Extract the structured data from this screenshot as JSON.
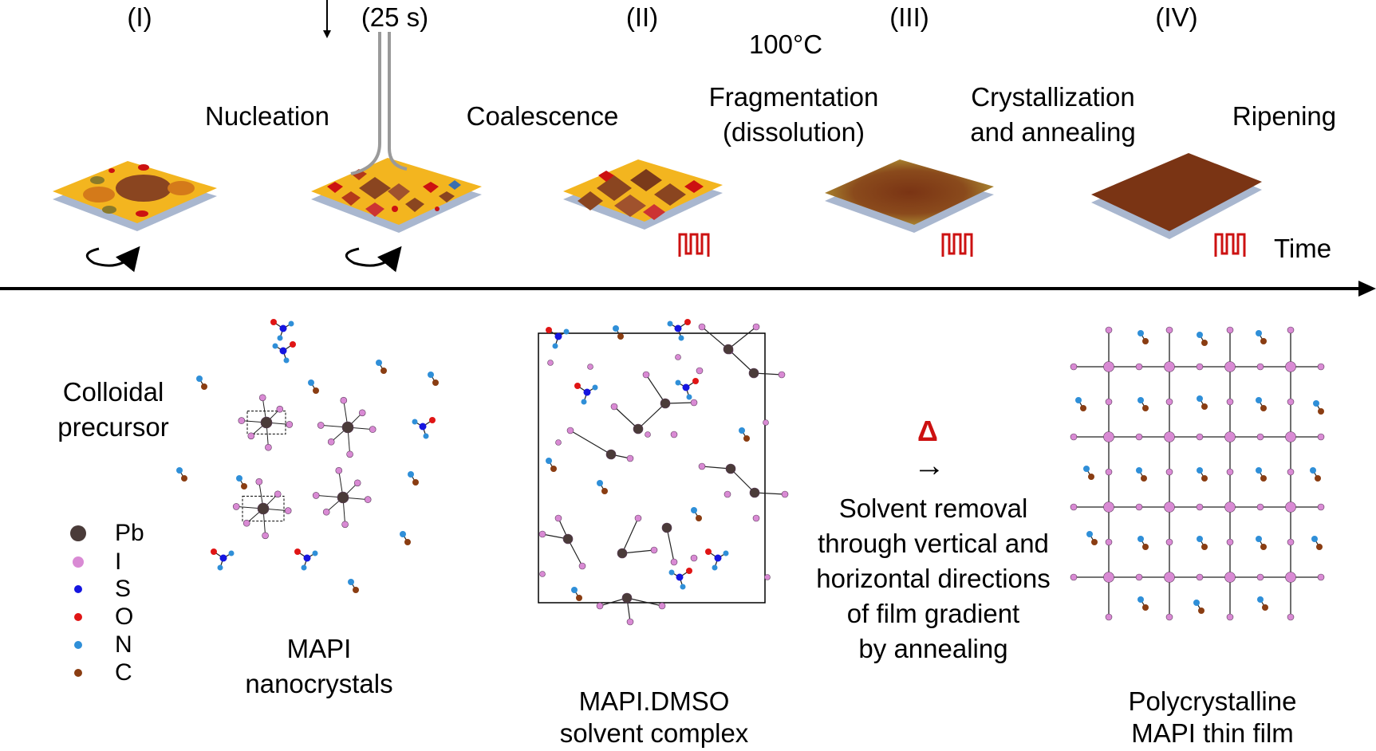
{
  "stages": {
    "s1": "(I)",
    "time_25": "(25 s)",
    "s2": "(II)",
    "temp": "100°C",
    "s3": "(III)",
    "s4": "(IV)"
  },
  "steps": {
    "nucleation": "Nucleation",
    "coalescence": "Coalescence",
    "fragmentation_l1": "Fragmentation",
    "fragmentation_l2": "(dissolution)",
    "crystallization_l1": "Crystallization",
    "crystallization_l2": "and annealing",
    "ripening": "Ripening"
  },
  "axis": {
    "time_label": "Time"
  },
  "panels": {
    "colloidal_l1": "Colloidal",
    "colloidal_l2": "precursor",
    "nano_l1": "MAPI",
    "nano_l2": "nanocrystals",
    "complex_l1": "MAPI.DMSO",
    "complex_l2": "solvent complex",
    "film_l1": "Polycrystalline",
    "film_l2": "MAPI thin film"
  },
  "transition": {
    "delta": "Δ",
    "arrow": "→",
    "line1": "Solvent removal",
    "line2": "through vertical and",
    "line3": "horizontal directions",
    "line4": "of film gradient",
    "line5": "by annealing"
  },
  "legend": [
    {
      "label": "Pb",
      "color": "#4a3b39",
      "size": "large"
    },
    {
      "label": "I",
      "color": "#d98ad4",
      "size": "medium"
    },
    {
      "label": "S",
      "color": "#1515e0",
      "size": "small"
    },
    {
      "label": "O",
      "color": "#e01515",
      "size": "small"
    },
    {
      "label": "N",
      "color": "#2f8fd8",
      "size": "small"
    },
    {
      "label": "C",
      "color": "#8a3d12",
      "size": "small"
    }
  ],
  "colors": {
    "film_yellow": "#f3b51f",
    "substrate": "#a9b7cf",
    "heater": "#cc1111",
    "pb": "#4a3b39",
    "iodide": "#d98ad4",
    "film_brown": "#7a3414"
  }
}
